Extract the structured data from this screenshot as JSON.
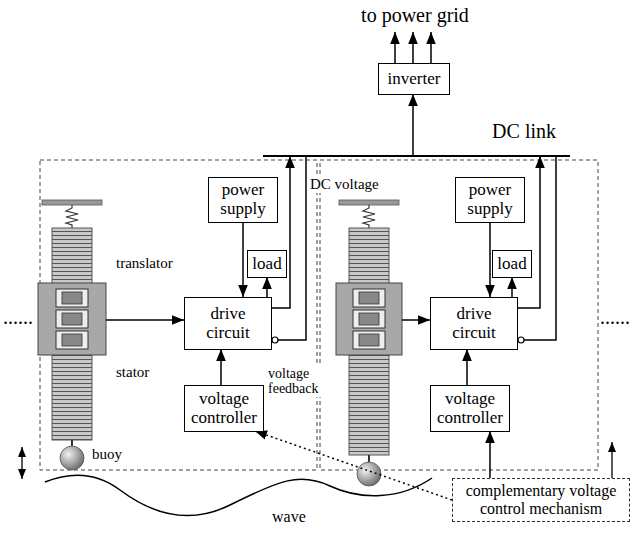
{
  "diagram": {
    "nodes": [
      {
        "text": [
          "inverter"
        ]
      },
      {
        "text": [
          "DC link"
        ]
      },
      {
        "text": [
          "power supply"
        ]
      },
      {
        "text": [
          "load"
        ]
      },
      {
        "text": [
          "drive circuit"
        ]
      },
      {
        "text": [
          "voltage controller"
        ]
      },
      {
        "text": [
          "power supply"
        ]
      },
      {
        "text": [
          "load"
        ]
      },
      {
        "text": [
          "drive circuit"
        ]
      },
      {
        "text": [
          "voltage controller"
        ]
      },
      {
        "text": [
          "complementary voltage control mechanism"
        ]
      }
    ],
    "edges": [
      {
        "from": 1,
        "to": 0,
        "arrow": "to"
      },
      {
        "from": 2,
        "to": 4,
        "arrow": "to"
      },
      {
        "from": 4,
        "to": 3,
        "arrow": "to"
      },
      {
        "from": 4,
        "to": 1,
        "arrow": "to"
      },
      {
        "from": 1,
        "to": 4,
        "arrow": "none"
      },
      {
        "from": 5,
        "to": 4,
        "arrow": "to"
      },
      {
        "from": 6,
        "to": 8,
        "arrow": "to"
      },
      {
        "from": 8,
        "to": 7,
        "arrow": "to"
      },
      {
        "from": 8,
        "to": 1,
        "arrow": "to"
      },
      {
        "from": 1,
        "to": 8,
        "arrow": "none"
      },
      {
        "from": 9,
        "to": 8,
        "arrow": "to"
      },
      {
        "from": 10,
        "to": 5,
        "arrow": "to"
      },
      {
        "from": 10,
        "to": 9,
        "arrow": "to"
      }
    ],
    "labels": [
      "to power grid",
      "DC voltage",
      "translator",
      "stator",
      "voltage feedback",
      "buoy",
      "wave",
      "......",
      "......"
    ]
  }
}
